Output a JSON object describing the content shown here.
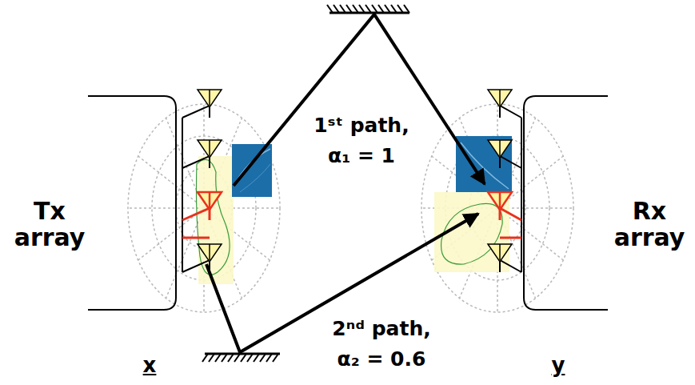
{
  "diagram": {
    "nodes": [
      {
        "text": [
          "Tx array"
        ]
      },
      {
        "text": [
          "Rx array"
        ]
      }
    ],
    "labels": [
      "1ˢᵗ path, α₁ = 1",
      "2ⁿᵈ path, α₂ = 0.6",
      "x",
      "y"
    ]
  }
}
